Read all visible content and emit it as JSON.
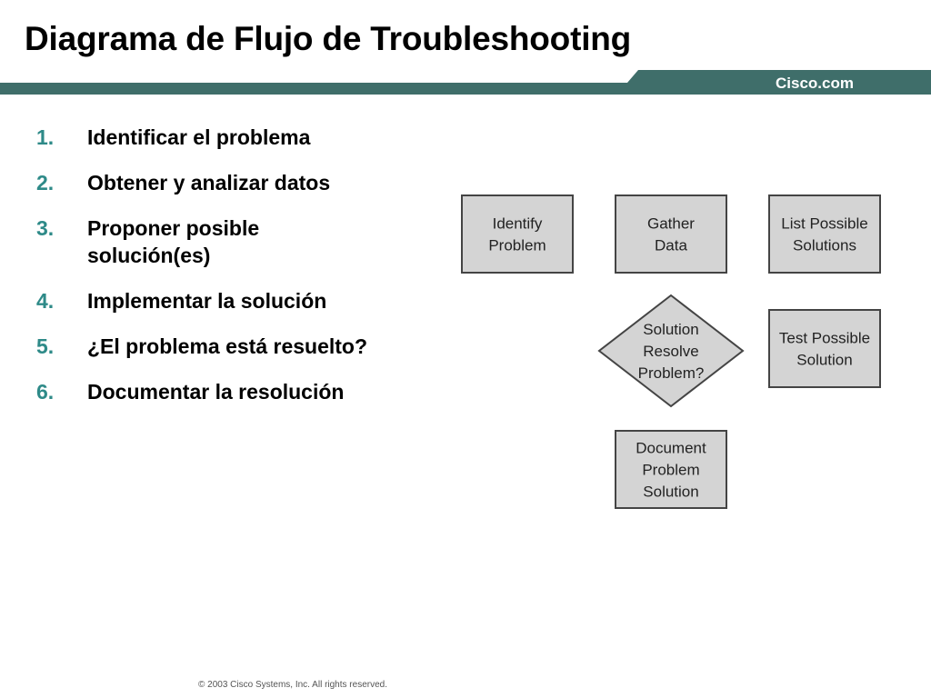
{
  "title": "Diagrama de Flujo de Troubleshooting",
  "brand": "Cisco.com",
  "colors": {
    "band": "#3f6e6a",
    "number": "#2e8a88",
    "node_fill": "#d4d4d4",
    "node_stroke": "#444444"
  },
  "steps": [
    {
      "number": "1.",
      "text": "Identificar el problema"
    },
    {
      "number": "2.",
      "text": "Obtener y analizar datos"
    },
    {
      "number": "3.",
      "text": "Proponer posible solución(es)"
    },
    {
      "number": "4.",
      "text": "Implementar la solución"
    },
    {
      "number": "5.",
      "text": "¿El problema está resuelto?"
    },
    {
      "number": "6.",
      "text": "Documentar la resolución"
    }
  ],
  "flowchart": {
    "nodes": [
      {
        "id": "identify",
        "shape": "box",
        "lines": [
          "Identify",
          "Problem"
        ]
      },
      {
        "id": "gather",
        "shape": "box",
        "lines": [
          "Gather",
          "Data"
        ]
      },
      {
        "id": "list",
        "shape": "box",
        "lines": [
          "List Possible",
          "Solutions"
        ]
      },
      {
        "id": "resolve",
        "shape": "diamond",
        "lines": [
          "Solution",
          "Resolve",
          "Problem?"
        ]
      },
      {
        "id": "test",
        "shape": "box",
        "lines": [
          "Test Possible",
          "Solution"
        ]
      },
      {
        "id": "document",
        "shape": "box",
        "lines": [
          "Document",
          "Problem",
          "Solution"
        ]
      }
    ]
  },
  "footer": "© 2003 Cisco Systems, Inc. All rights reserved."
}
